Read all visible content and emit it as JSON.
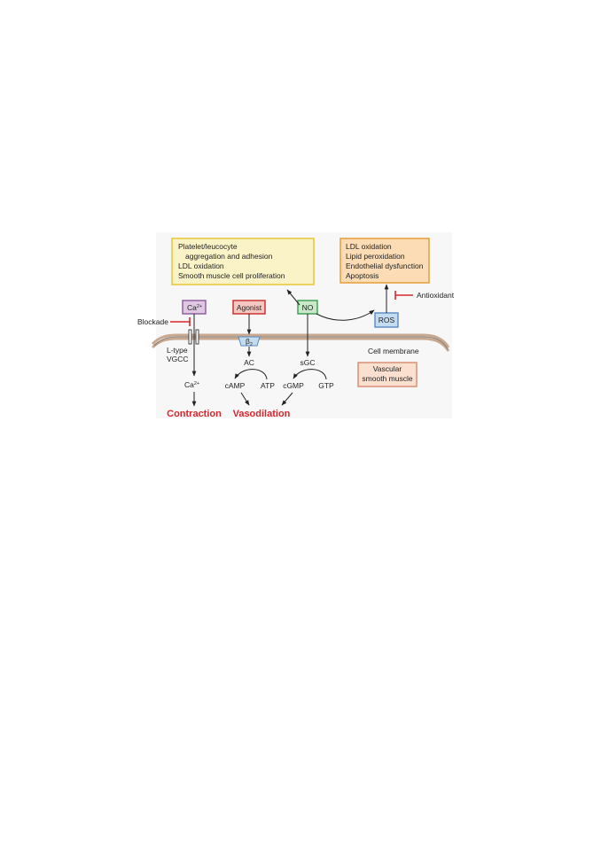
{
  "boxes": {
    "platelet": {
      "line1": "Platelet/leucocyte",
      "line2": "aggregation and adhesion",
      "line3": "LDL oxidation",
      "line4": "Smooth muscle cell proliferation"
    },
    "ldl": {
      "line1": "LDL oxidation",
      "line2": "Lipid peroxidation",
      "line3": "Endothelial dysfunction",
      "line4": "Apoptosis"
    },
    "vascular": {
      "line1": "Vascular",
      "line2": "smooth muscle"
    }
  },
  "nodes": {
    "ca_top": "Ca",
    "ca_top_sup": "2+",
    "agonist": "Agonist",
    "no": "NO",
    "ros": "ROS",
    "beta": "β",
    "beta_sub": "2",
    "ac": "AC",
    "sgc": "sGC",
    "ca_bottom": "Ca",
    "ca_bottom_sup": "2+",
    "camp": "cAMP",
    "atp": "ATP",
    "cgmp": "cGMP",
    "gtp": "GTP"
  },
  "labels": {
    "blockade": "Blockade",
    "antioxidant": "Antioxidant",
    "ltype": "L-type",
    "vgcc": "VGCC",
    "cell_membrane": "Cell membrane"
  },
  "outcomes": {
    "contraction": "Contraction",
    "vasodilation": "Vasodilation"
  },
  "colors": {
    "background": "#f7f7f7",
    "yellow_fill": "#fbf3c8",
    "yellow_border": "#e8c840",
    "orange_fill": "#fbdcb4",
    "orange_border": "#e8a440",
    "peach_fill": "#fbe0d0",
    "peach_border": "#d88a70",
    "ca_fill": "#e0c8e4",
    "ca_border": "#8a5a9a",
    "agonist_fill": "#f4c8c0",
    "agonist_border": "#c8282a",
    "no_fill": "#c8e8c8",
    "no_border": "#3a9a50",
    "ros_fill": "#c4dcf0",
    "ros_border": "#5a8ac0",
    "membrane": "#c8a890",
    "outcome_red": "#d8262e",
    "inhibit_red": "#d8262e"
  }
}
